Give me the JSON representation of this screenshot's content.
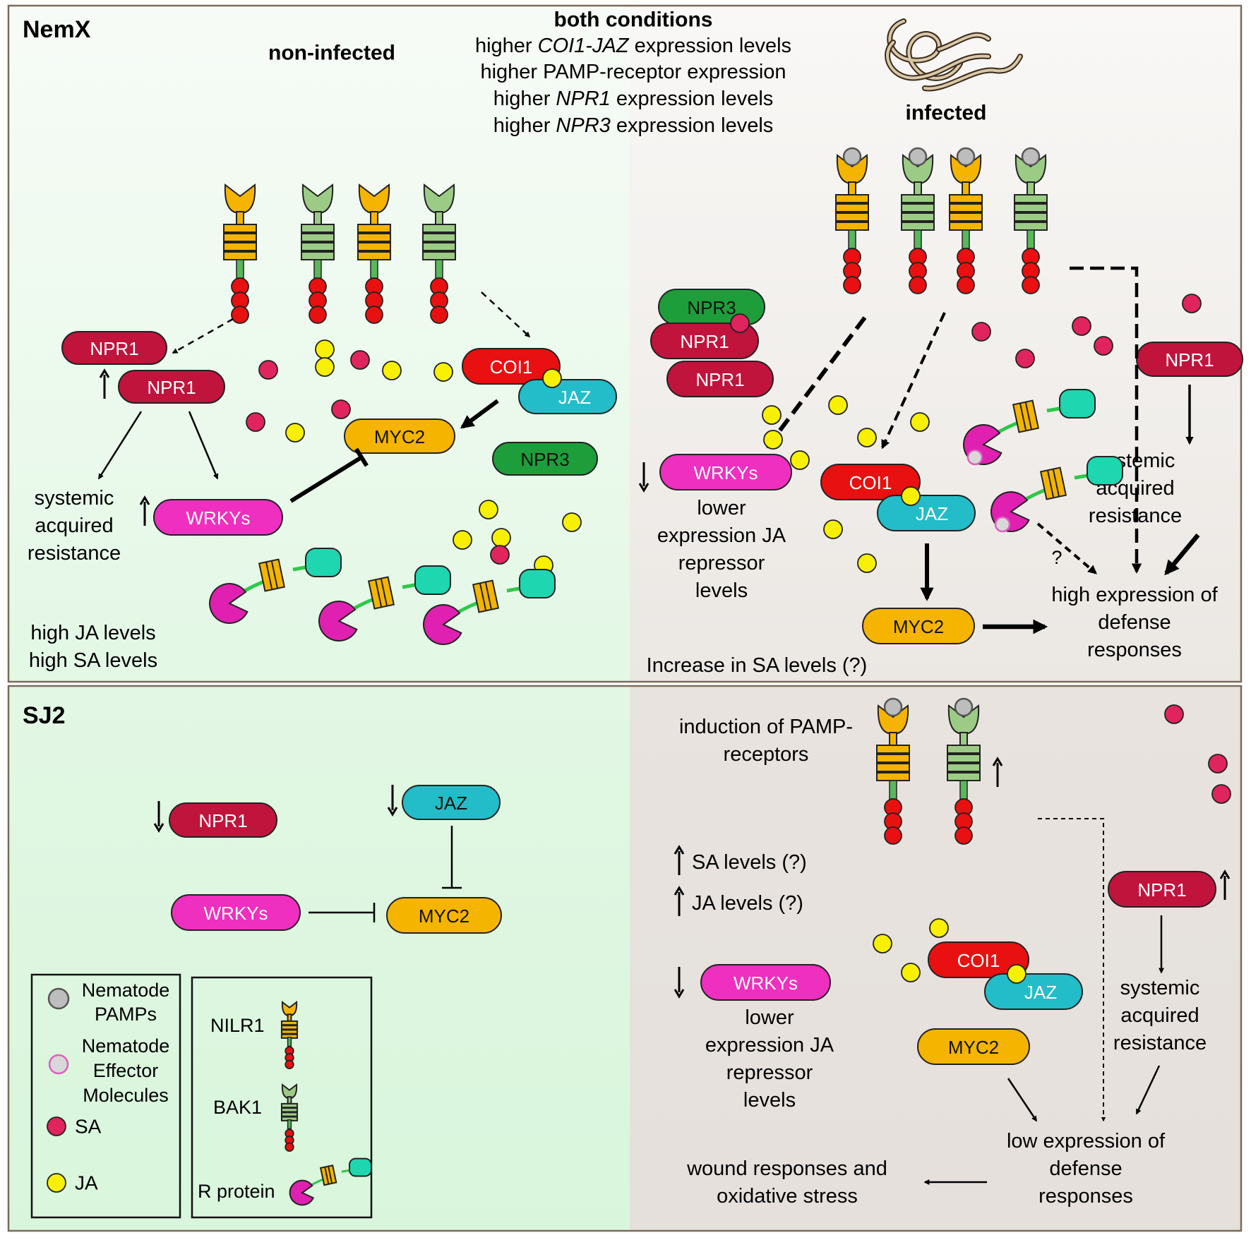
{
  "colors": {
    "nilr": "#F5B400",
    "bak": "#9CCB86",
    "sa": "#E0245E",
    "ja": "#F7F000",
    "pamp": "#BDBDBD",
    "npr1": "#C0143C",
    "npr3": "#1E9E3A",
    "coi1": "#E81010",
    "jaz": "#22BDC8",
    "myc2": "#F5B400",
    "wrky": "#EE2FBF",
    "rprot": "#E020B0",
    "rprot_tail": "#1ED6B0"
  },
  "top": {
    "label": "NemX",
    "noninfected_title": "non-infected",
    "infected_title": "infected",
    "conditions": {
      "title": "both conditions",
      "line1_a": "higher ",
      "line1_i": "COI1-JAZ",
      "line1_b": " expression levels",
      "line2": "higher PAMP-receptor expression",
      "line3_a": "higher ",
      "line3_i": "NPR1",
      "line3_b": " expression levels",
      "line4_a": "higher ",
      "line4_i": "NPR3",
      "line4_b": " expression levels"
    },
    "left": {
      "npr1_a": "NPR1",
      "npr1_b": "NPR1",
      "coi1": "COI1",
      "jaz": "JAZ",
      "myc2": "MYC2",
      "npr3": "NPR3",
      "wrkys": "WRKYs",
      "sar": [
        "systemic",
        "acquired",
        "resistance"
      ],
      "levels": [
        "high JA levels",
        "high SA levels"
      ]
    },
    "right": {
      "npr3": "NPR3",
      "npr1_a": "NPR1",
      "npr1_b": "NPR1",
      "npr1_c": "NPR1",
      "wrkys": "WRKYs",
      "wrky_text": [
        "lower",
        "expression JA",
        "repressor",
        "levels"
      ],
      "coi1": "COI1",
      "jaz": "JAZ",
      "myc2": "MYC2",
      "question": "?",
      "defense": [
        "high expression of",
        "defense",
        "responses"
      ],
      "sar": [
        "systemic",
        "acquired",
        "resistance"
      ],
      "sa_increase": "Increase in SA levels (?)"
    }
  },
  "bottom": {
    "label": "SJ2",
    "left": {
      "npr1": "NPR1",
      "jaz": "JAZ",
      "wrkys": "WRKYs",
      "myc2": "MYC2"
    },
    "legend": {
      "pamps": [
        "Nematode",
        "PAMPs"
      ],
      "effector": [
        "Nematode",
        "Effector",
        "Molecules"
      ],
      "sa": "SA",
      "ja": "JA",
      "nilr1": "NILR1",
      "bak1": "BAK1",
      "rprotein": "R protein"
    },
    "right": {
      "induction": [
        "induction of PAMP-",
        "receptors"
      ],
      "sa_levels": "SA levels (?)",
      "ja_levels": "JA levels (?)",
      "wrkys": "WRKYs",
      "wrky_text": [
        "lower",
        "expression JA",
        "repressor",
        "levels"
      ],
      "coi1": "COI1",
      "jaz": "JAZ",
      "myc2": "MYC2",
      "npr1": "NPR1",
      "sar": [
        "systemic",
        "acquired",
        "resistance"
      ],
      "defense": [
        "low expression of",
        "defense",
        "responses"
      ],
      "wound": [
        "wound responses and",
        "oxidative stress"
      ]
    }
  }
}
